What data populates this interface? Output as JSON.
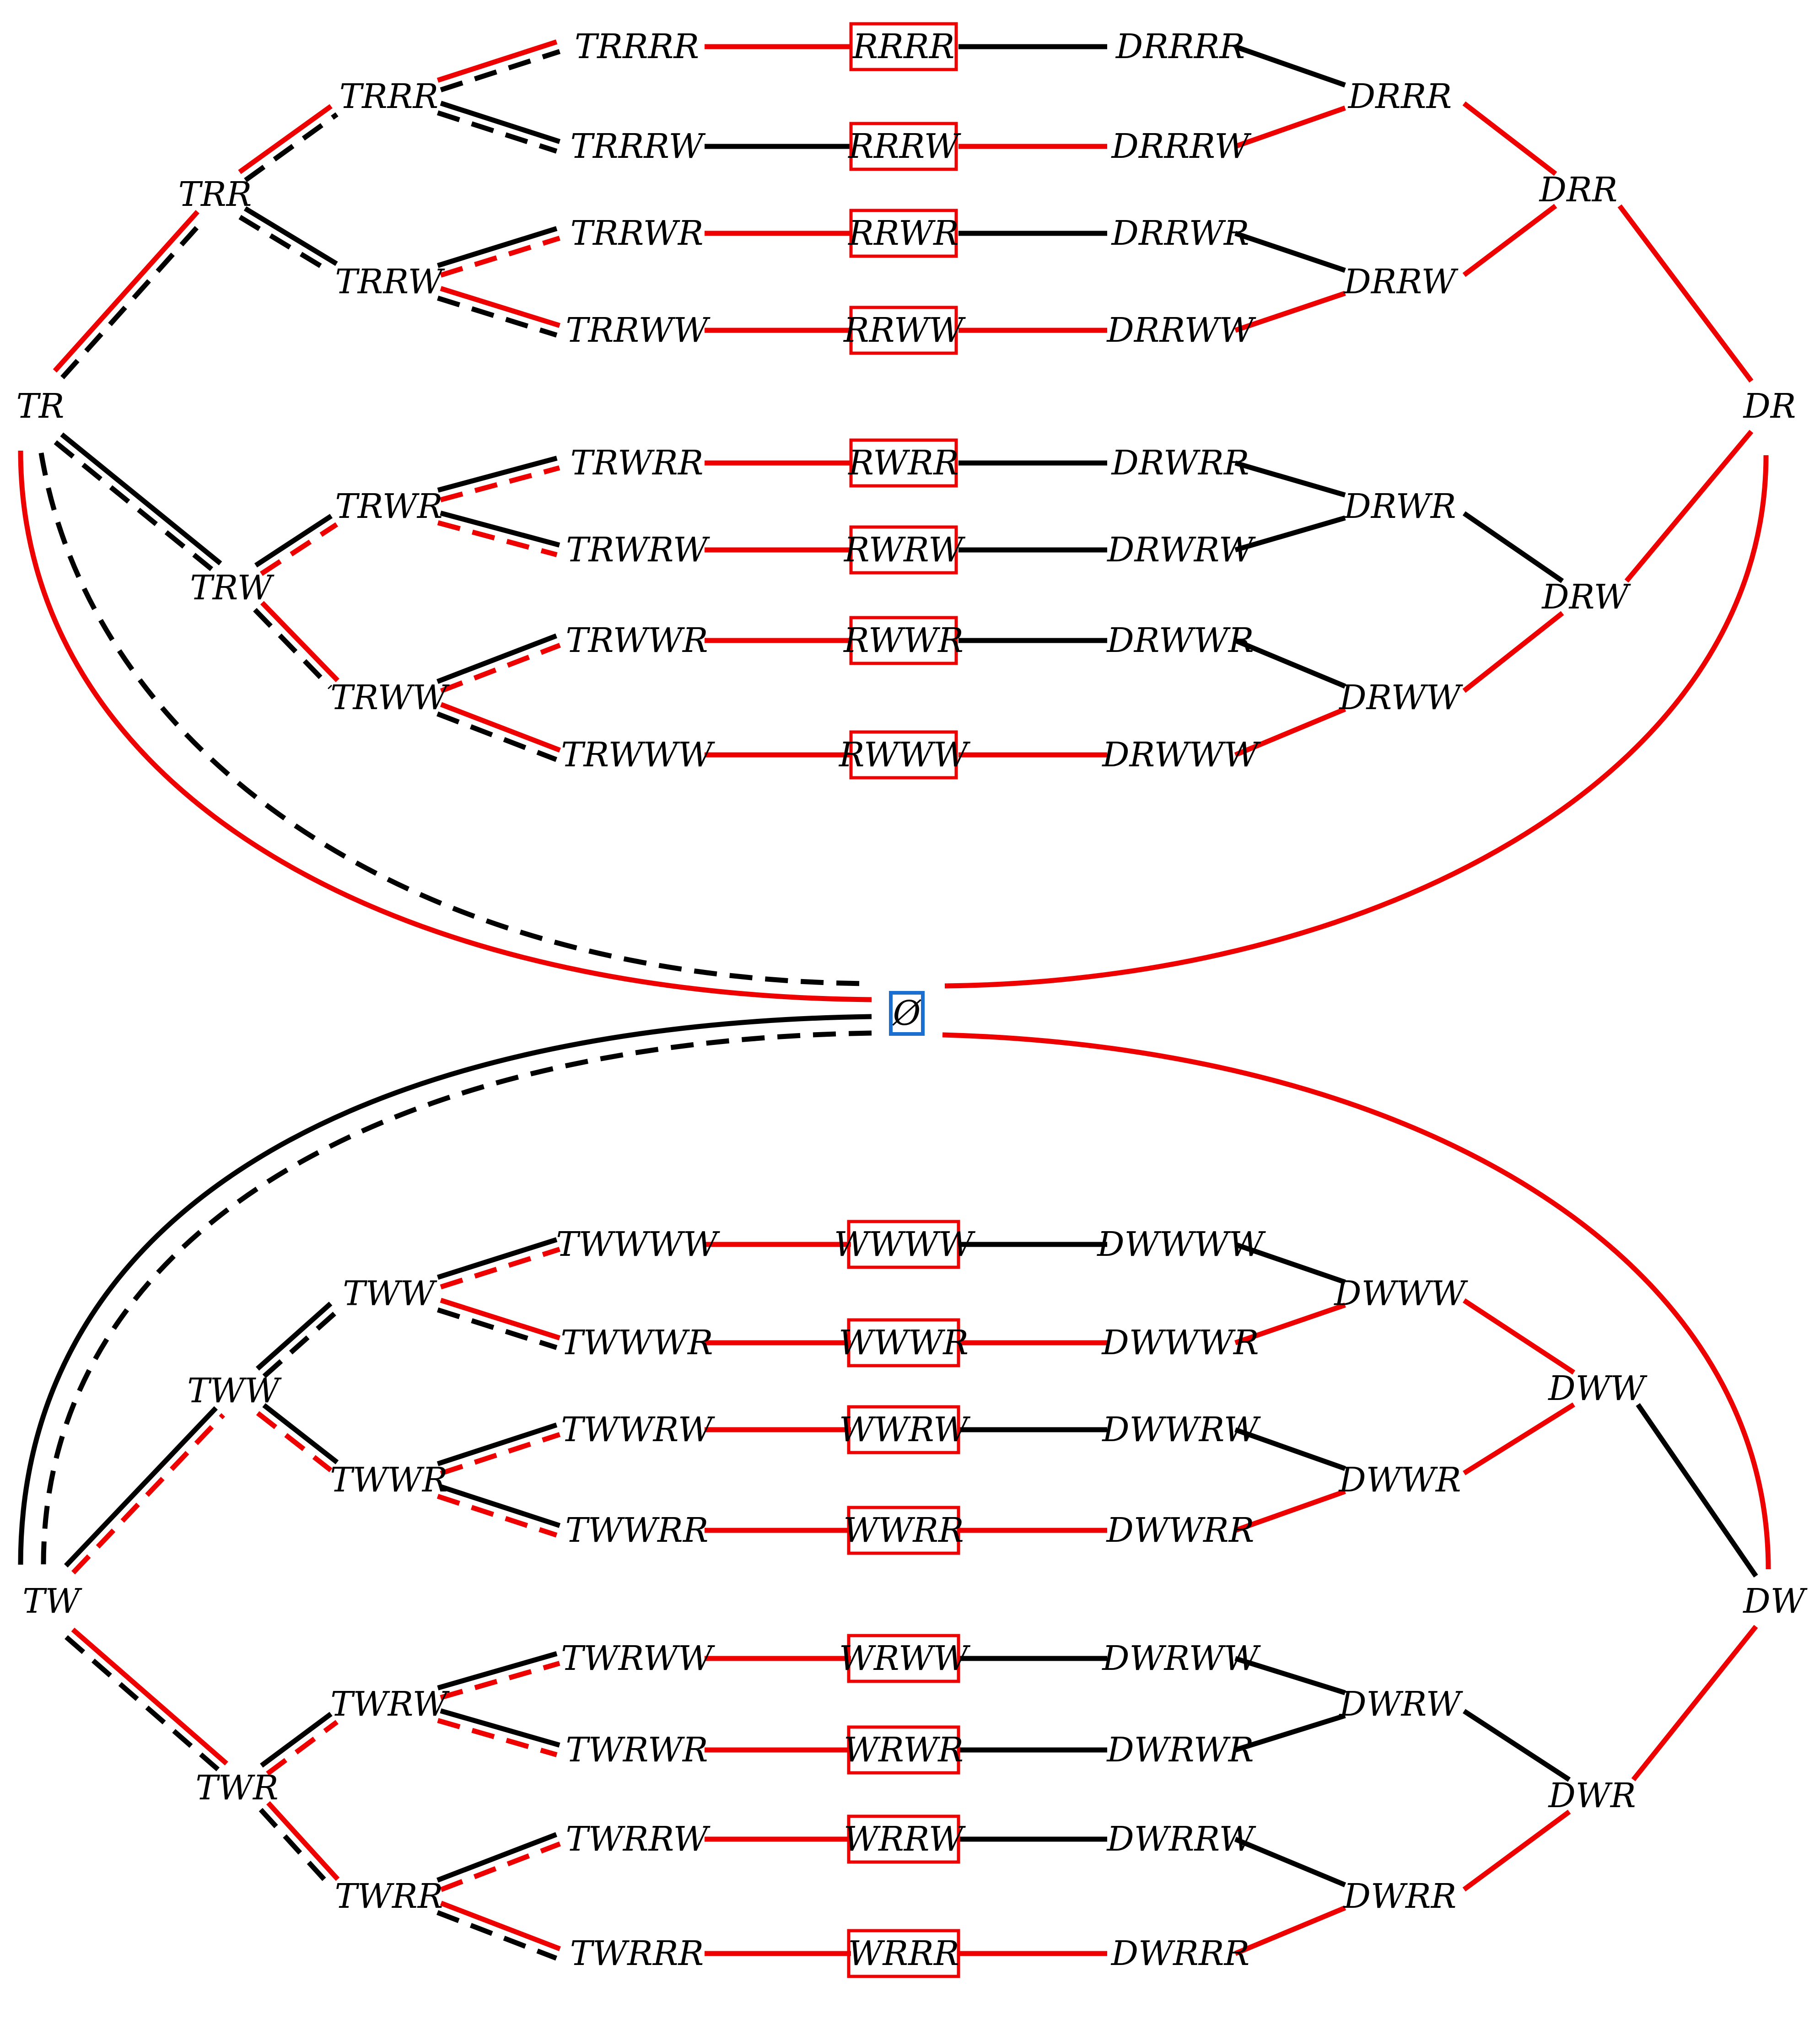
{
  "colors": {
    "red": "#ee0000",
    "black": "#000000",
    "blue": "#1a6fd1"
  },
  "root": "Ø",
  "top": {
    "T": "TR",
    "level2": [
      "TRR",
      "TRW"
    ],
    "level3": [
      "TRRR",
      "TRRW",
      "TRWR",
      "TRWW"
    ],
    "level4": [
      "TRRRR",
      "TRRRW",
      "TRRWR",
      "TRRWW",
      "TRWRR",
      "TRWRW",
      "TRWWR",
      "TRWWW"
    ],
    "boxes": [
      "RRRR",
      "RRRW",
      "RRWR",
      "RRWW",
      "RWRR",
      "RWRW",
      "RWWR",
      "RWWW"
    ],
    "D4": [
      "DRRRR",
      "DRRRW",
      "DRRWR",
      "DRRWW",
      "DRWRR",
      "DRWRW",
      "DRWWR",
      "DRWWW"
    ],
    "D3": [
      "DRRR",
      "DRRW",
      "DRWR",
      "DRWW"
    ],
    "D2": [
      "DRR",
      "DRW"
    ],
    "D": "DR"
  },
  "bottom": {
    "T": "TW",
    "level2": [
      "TWW",
      "TWR"
    ],
    "level3": [
      "TWW",
      "TWWR",
      "TWRW",
      "TWRR"
    ],
    "level4": [
      "TWWWW",
      "TWWWR",
      "TWWRW",
      "TWWRR",
      "TWRWW",
      "TWRWR",
      "TWRRW",
      "TWRRR"
    ],
    "boxes": [
      "WWWW",
      "WWWR",
      "WWRW",
      "WWRR",
      "WRWW",
      "WRWR",
      "WRRW",
      "WRRR"
    ],
    "D4": [
      "DWWWW",
      "DWWWR",
      "DWWRW",
      "DWWRR",
      "DWRWW",
      "DWRWR",
      "DWRRW",
      "DWRRR"
    ],
    "D3": [
      "DWWW",
      "DWWR",
      "DWRW",
      "DWRR"
    ],
    "D2": [
      "DWW",
      "DWR"
    ],
    "D": "DW"
  }
}
